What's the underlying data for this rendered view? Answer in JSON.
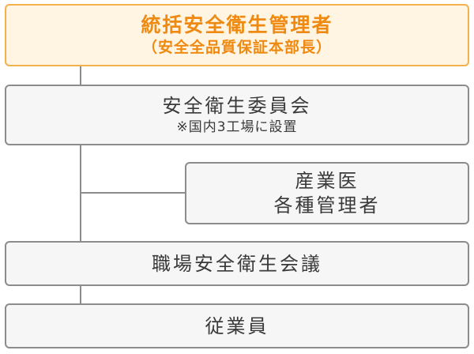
{
  "chart": {
    "top": {
      "title": "統括安全衛生管理者",
      "subtitle": "（安全全品質保証本部長）"
    },
    "committee": {
      "title": "安全衛生委員会",
      "note": "※国内3工場に設置"
    },
    "doctor": {
      "line1": "産業医",
      "line2": "各種管理者"
    },
    "meeting": {
      "title": "職場安全衛生会議"
    },
    "staff": {
      "title": "従業員"
    }
  },
  "colors": {
    "accent": "#ee8a12",
    "accent_border": "#f2b14b",
    "accent_fill": "#fff5e2",
    "box_border": "#8c8c8c",
    "box_fill": "#f6f6f6",
    "text": "#3a3a3a"
  }
}
